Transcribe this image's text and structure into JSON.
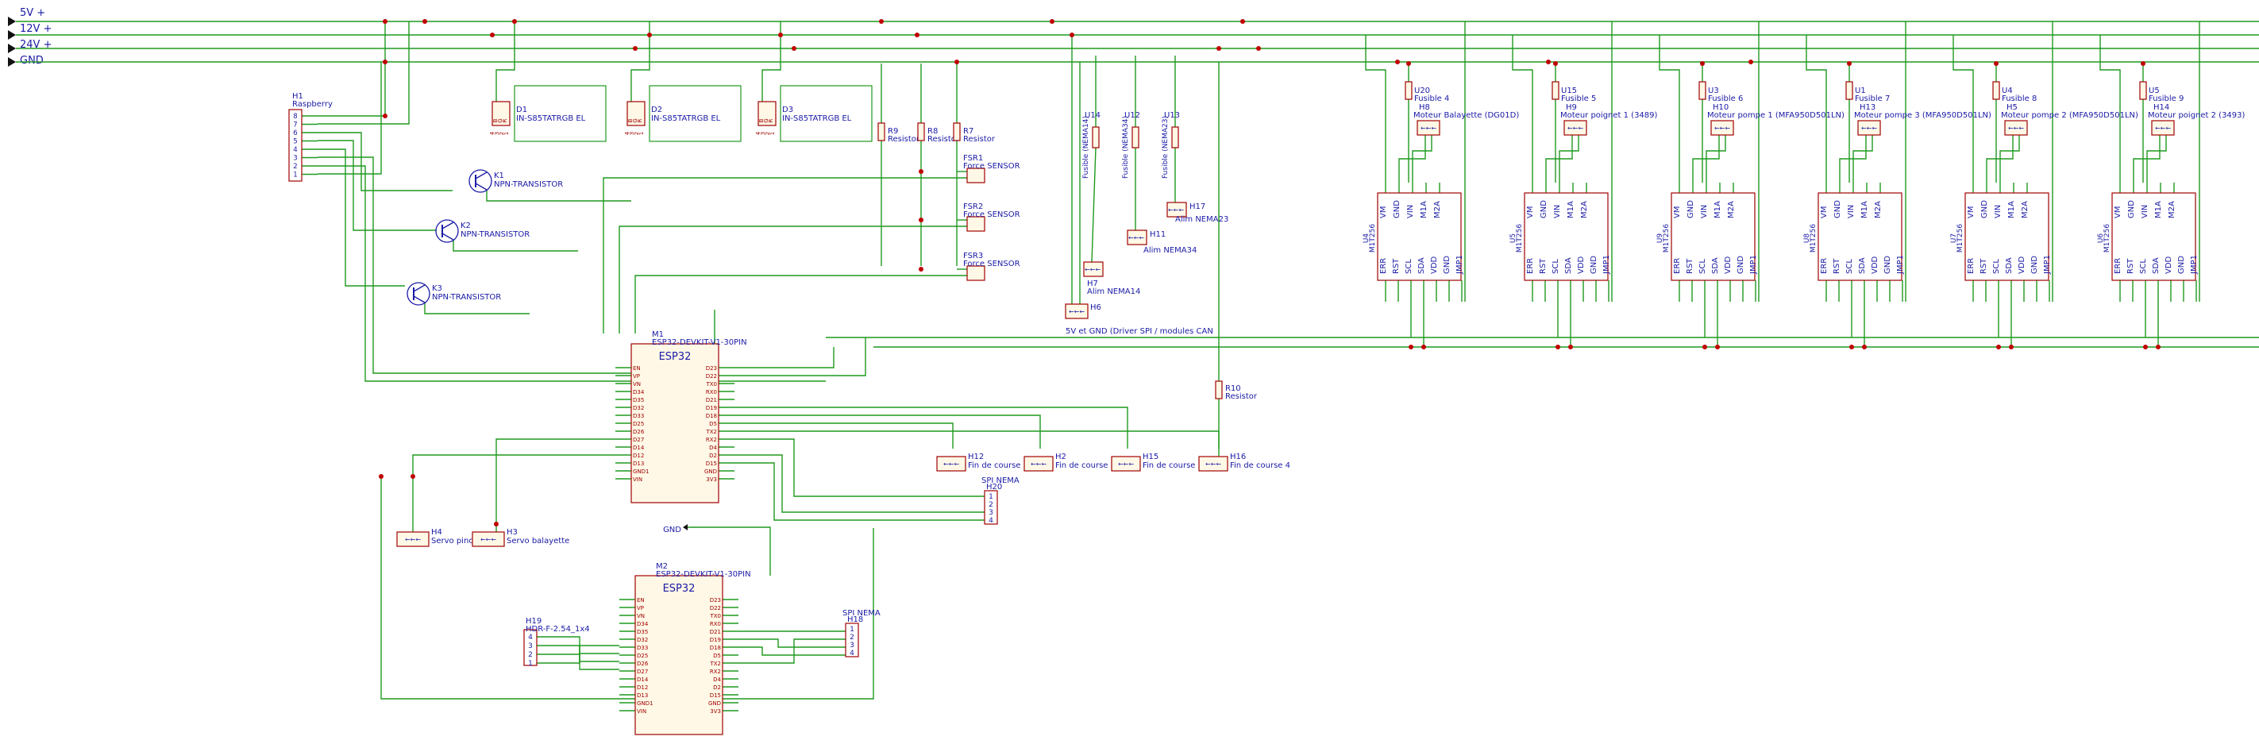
{
  "power_rails": [
    "5V +",
    "12V +",
    "24V +",
    "GND"
  ],
  "raspberry": {
    "ref": "H1",
    "name": "Raspberry",
    "pins": [
      "8",
      "7",
      "6",
      "5",
      "4",
      "3",
      "2",
      "1"
    ]
  },
  "leds": [
    {
      "ref": "D1",
      "part": "IN-S85TATRGB EL"
    },
    {
      "ref": "D2",
      "part": "IN-S85TATRGB EL"
    },
    {
      "ref": "D3",
      "part": "IN-S85TATRGB EL"
    }
  ],
  "led_pins": [
    "4",
    "3",
    "2",
    "1"
  ],
  "led_pin_names": [
    "B",
    "G",
    "R"
  ],
  "transistors": [
    {
      "ref": "K1",
      "name": "NPN-TRANSISTOR"
    },
    {
      "ref": "K2",
      "name": "NPN-TRANSISTOR"
    },
    {
      "ref": "K3",
      "name": "NPN-TRANSISTOR"
    }
  ],
  "resistors": [
    {
      "ref": "R9",
      "name": "Resistor"
    },
    {
      "ref": "R8",
      "name": "Resistor"
    },
    {
      "ref": "R7",
      "name": "Resistor"
    },
    {
      "ref": "R10",
      "name": "Resistor"
    }
  ],
  "force_sensors": [
    {
      "ref": "FSR1",
      "name": "Force SENSOR"
    },
    {
      "ref": "FSR2",
      "name": "Force SENSOR"
    },
    {
      "ref": "FSR3",
      "name": "Force SENSOR"
    }
  ],
  "fuses_nema": [
    {
      "ref": "U14",
      "name": "Fusible (NEMA14)"
    },
    {
      "ref": "U12",
      "name": "Fusible (NEMA34)"
    },
    {
      "ref": "U13",
      "name": "Fusible (NEMA23)"
    }
  ],
  "nema_headers": [
    {
      "ref": "H7",
      "name": "Alim NEMA14"
    },
    {
      "ref": "H11",
      "name": "Alim NEMA34"
    },
    {
      "ref": "H17",
      "name": "Alim NEMA23"
    }
  ],
  "h6": {
    "ref": "H6",
    "note": "5V et GND (Driver SPI / modules CAN"
  },
  "drivers": [
    {
      "ref": "U4",
      "part": "M1T256",
      "fuse_ref": "U20",
      "fuse_name": "Fusible 4",
      "motor_ref": "H8",
      "motor_name": "Moteur Balayette (DG01D)"
    },
    {
      "ref": "U5",
      "part": "M1T256",
      "fuse_ref": "U15",
      "fuse_name": "Fusible 5",
      "motor_ref": "H9",
      "motor_name": "Moteur poignet 1 (3489)"
    },
    {
      "ref": "U9",
      "part": "M1T256",
      "fuse_ref": "U3",
      "fuse_name": "Fusible 6",
      "motor_ref": "H10",
      "motor_name": "Moteur pompe 1 (MFA950D501LN)"
    },
    {
      "ref": "U8",
      "part": "M1T256",
      "fuse_ref": "U1",
      "fuse_name": "Fusible 7",
      "motor_ref": "H13",
      "motor_name": "Moteur pompe 3 (MFA950D501LN)"
    },
    {
      "ref": "U7",
      "part": "M1T256",
      "fuse_ref": "U4",
      "fuse_name": "Fusible 8",
      "motor_ref": "H5",
      "motor_name": "Moteur pompe 2 (MFA950D501LN)"
    },
    {
      "ref": "U6",
      "part": "M1T256",
      "fuse_ref": "U5",
      "fuse_name": "Fusible 9",
      "motor_ref": "H14",
      "motor_name": "Moteur poignet 2 (3493)"
    }
  ],
  "driver_top_pins": [
    "VM",
    "GND",
    "VIN",
    "M1A",
    "M2A"
  ],
  "driver_bottom_pins": [
    "ERR",
    "RST",
    "SCL",
    "SDA",
    "VDD",
    "GND",
    "JMP1"
  ],
  "esp32_m1": {
    "ref": "M1",
    "part": "ESP32-DEVKIT-V1-30PIN",
    "title": "ESP32"
  },
  "esp32_m2": {
    "ref": "M2",
    "part": "ESP32-DEVKIT-V1-30PIN",
    "title": "ESP32"
  },
  "esp_left_pins": [
    "EN",
    "VP",
    "VN",
    "D34",
    "D35",
    "D32",
    "D33",
    "D25",
    "D26",
    "D27",
    "D14",
    "D12",
    "D13",
    "GND1",
    "VIN"
  ],
  "esp_right_pins": [
    "D23",
    "D22",
    "TX0",
    "RX0",
    "D21",
    "D19",
    "D18",
    "D5",
    "TX2",
    "RX2",
    "D4",
    "D2",
    "D15",
    "GND",
    "3V3"
  ],
  "endstops": [
    {
      "ref": "H12",
      "name": "Fin de course 1"
    },
    {
      "ref": "H2",
      "name": "Fin de course 2"
    },
    {
      "ref": "H15",
      "name": "Fin de course 3"
    },
    {
      "ref": "H16",
      "name": "Fin de course 4"
    }
  ],
  "servos": [
    {
      "ref": "H4",
      "name": "Servo pince"
    },
    {
      "ref": "H3",
      "name": "Servo balayette"
    }
  ],
  "spi_nema_1": {
    "ref": "H20",
    "name": "SPI NEMA",
    "pins": [
      "1",
      "2",
      "3",
      "4"
    ]
  },
  "spi_nema_2": {
    "ref": "H18",
    "name": "SPI NEMA",
    "pins": [
      "1",
      "2",
      "3",
      "4"
    ]
  },
  "hdr": {
    "ref": "H19",
    "name": "HDR-F-2.54_1x4",
    "pins": [
      "4",
      "3",
      "2",
      "1"
    ]
  },
  "gnd_symbol": "GND",
  "connector_glyph": "←←←"
}
